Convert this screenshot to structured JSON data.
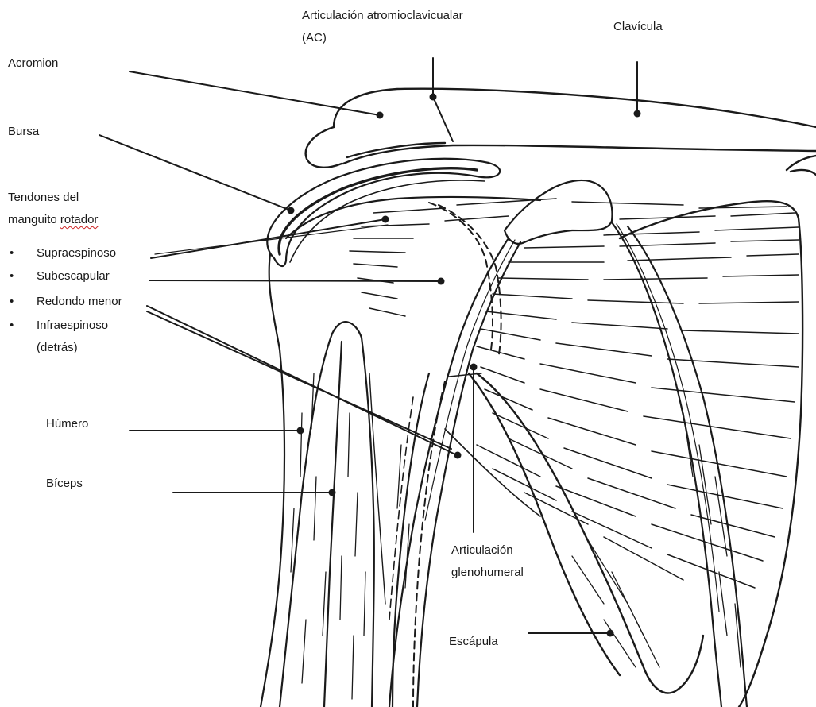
{
  "labels": {
    "ac_joint_line1": "Articulación atromioclavicualar",
    "ac_joint_line2": "(AC)",
    "clavicle": "Clavícula",
    "acromion": "Acromion",
    "bursa": "Bursa",
    "rotator_line1": "Tendones del",
    "rotator_line2_a": "manguito ",
    "rotator_line2_b": "rotador",
    "supraspinatus": "Supraespinoso",
    "subscapularis": "Subescapular",
    "teres_minor": "Redondo menor",
    "infraspinatus_line1": "Infraespinoso",
    "infraspinatus_line2": "(detrás)",
    "humerus": "Húmero",
    "biceps": "Bíceps",
    "glenohumeral_line1": "Articulación",
    "glenohumeral_line2": "glenohumeral",
    "scapula": "Escápula"
  },
  "bullet_glyph": "•",
  "colors": {
    "line": "#1a1a1a",
    "spellcheck_underline": "#cc2222"
  }
}
